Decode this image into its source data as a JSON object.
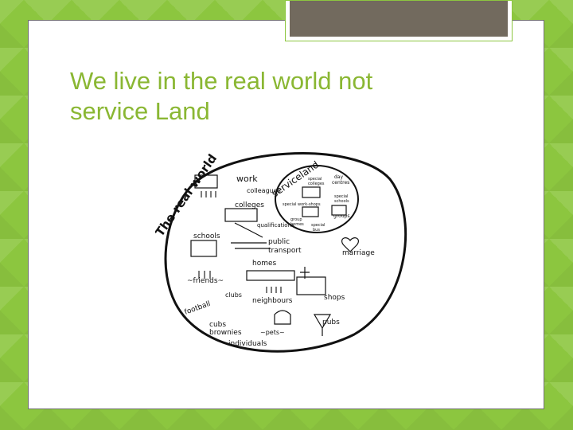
{
  "slide": {
    "title_line1": "We live in the real world not",
    "title_line2": "service Land"
  },
  "drawing": {
    "outer_label": "The real world",
    "inner_label": "serviceland",
    "labels": {
      "work": "work",
      "colleagues": "colleagues",
      "colleges": "colleges",
      "schools": "schools",
      "qualifications": "qualifications",
      "public_transport_1": "public",
      "public_transport_2": "transport",
      "homes": "homes",
      "marriage": "marriage",
      "friends": "~friends~",
      "clubs": "clubs",
      "football": "football",
      "neighbours": "neighbours",
      "shops": "shops",
      "cubs_brownies_1": "cubs",
      "cubs_brownies_2": "brownies",
      "pets": "~pets~",
      "pubs": "pubs",
      "individuals": "individuals",
      "day_centres_1": "day",
      "day_centres_2": "centres",
      "special_colleges_1": "special",
      "special_colleges_2": "colleges",
      "special_schools_1": "special",
      "special_schools_2": "schools",
      "special_workshops": "special work-shops",
      "group_homes_1": "group",
      "group_homes_2": "homes",
      "special_bus_1": "special",
      "special_bus_2": "bus",
      "groups": "groups"
    }
  },
  "colors": {
    "background": "#8cc63f",
    "title": "#8ab733",
    "tab": "#726a5e",
    "ink": "#111111"
  }
}
